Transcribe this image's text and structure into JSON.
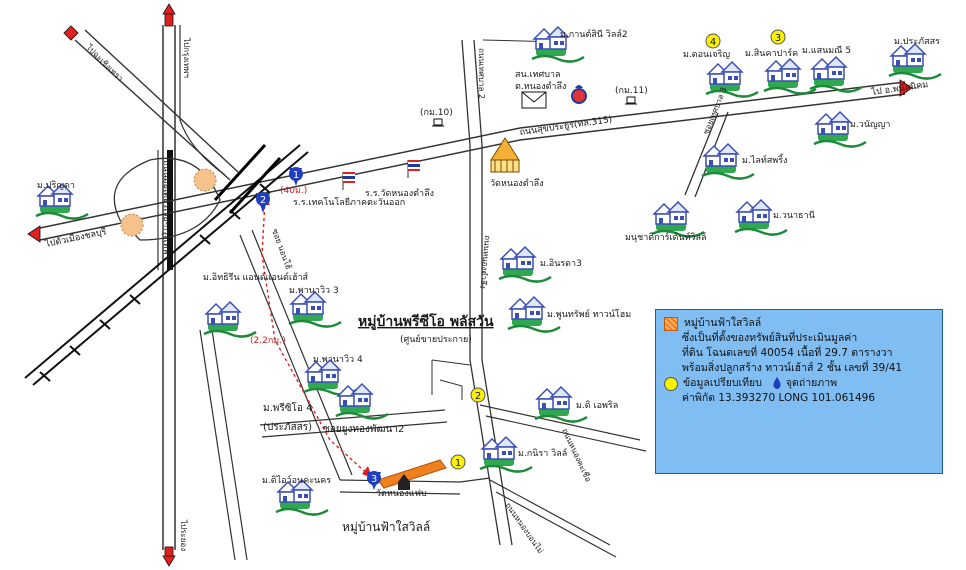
{
  "title": "หมู่บ้านพรีซีโอ พลัสวัน",
  "subtitle": "(ศูนย์ขายประกาย)",
  "directions": {
    "to_bangkok": "ไปกรุงเทพฯ",
    "to_rayong": "ไประยอง",
    "to_chachoengsao": "ไปฉะเชิงเทรา",
    "to_phanat": "ไป อ.พนัสนิคม",
    "to_mueang": "ไปตัวเมืองชลบุรี"
  },
  "roads": {
    "sukhumvit": "ถนนสุขประยูร(ทล.315)",
    "motorway": "ถนนมอเตอร์เวย์-กรุงเทพฯ",
    "tessaban2": "ถนนเทศบาล 2",
    "tessaban3": "ซอยเทศบาล 3",
    "soi_nongtamlueng": "ซอย นอนโฮ้",
    "soi_yungthong": "ซอยยูงทองพัฒนา2",
    "nongkhayai": "ถนนหนองคะเชือ",
    "nongtamlueng": "ถนนหนองตำลึง",
    "bottom_road": "ถนนหนองบอนไม่"
  },
  "distances": {
    "d40": "(40ม.)",
    "d22": "(2.2กม.)"
  },
  "landmarks": {
    "km10": "(กม.10)",
    "km11": "(กม.11)",
    "tessaban_office": "สน.เทศบาล",
    "tessaban_office2": "ต.หนองตำลึง",
    "school_technic": "ร.ร.เทคโนโลยีภาคตะวันออก",
    "school_wat": "ร.ร.วัดหนองตำลึง",
    "wat_nongtamlueng": "วัดหนองตำลึง",
    "wat_nonghaeb": "วัดหนองแฟบ",
    "site_name": "หมู่บ้านฟ้าใสวิลล์"
  },
  "villages": [
    "ม.กานต์สินี วิลล์2",
    "ม.ดอนเจริญ",
    "ม.สินคาปาร์ค",
    "ม.แสนมณี 5",
    "ม.ประภัสสร",
    "ม.วนัญญา",
    "ม.ไลท์สพริ้ง",
    "ม.วนาธานี",
    "มนุชาติการ์เด้นท์วิลล์",
    "ม.ปริญดา",
    "ม.อินรดา3",
    "ม.พูนทรัพย์ ทาวน์โฮม",
    "ม.อิทธิรีน แอนด์แอนด์เฮ้าส์",
    "ม.พานาวิว 3",
    "ม.พานาวิว 4",
    "ม.พรีซิโอ 4",
    "(ประภัสสร)",
    "ม.ดิ เอพริล",
    "ม.กนิรา วิลล์",
    "ม.ดิไอว์อนคะนคร"
  ],
  "markers": {
    "comp1": "1",
    "comp2": "2",
    "comp3": "3",
    "comp4": "4",
    "photo1": "1",
    "photo2": "2",
    "photo3": "3"
  },
  "legend": {
    "line1": "หมู่บ้านฟ้าใสวิลล์",
    "line2": "ซึ่งเป็นที่ตั้งของทรัพย์สินที่ประเมินมูลค่า",
    "line3": "ที่ดิน โฉนดเลขที่ 40054 เนื้อที่ 29.7 ตารางวา",
    "line4": "พร้อมสิ่งปลูกสร้าง ทาวน์เฮ้าส์ 2 ชั้น เลขที่ 39/41",
    "compare_label": "ข้อมูลเปรียบเทียบ",
    "photo_label": "จุดถ่ายภาพ",
    "coords": "ค่าพิกัด 13.393270 LONG 101.061496"
  },
  "colors": {
    "road_fill": "#ffffff",
    "road_edge": "#333333",
    "marker_blue": "#1f3fbf",
    "marker_yellow": "#fff200",
    "site_orange": "#f07f1d",
    "legend_bg": "#7fbdf2",
    "arrow_red": "#e21f1f",
    "house_blue": "#3a4fb5",
    "lawn_green": "#2fa84f"
  }
}
